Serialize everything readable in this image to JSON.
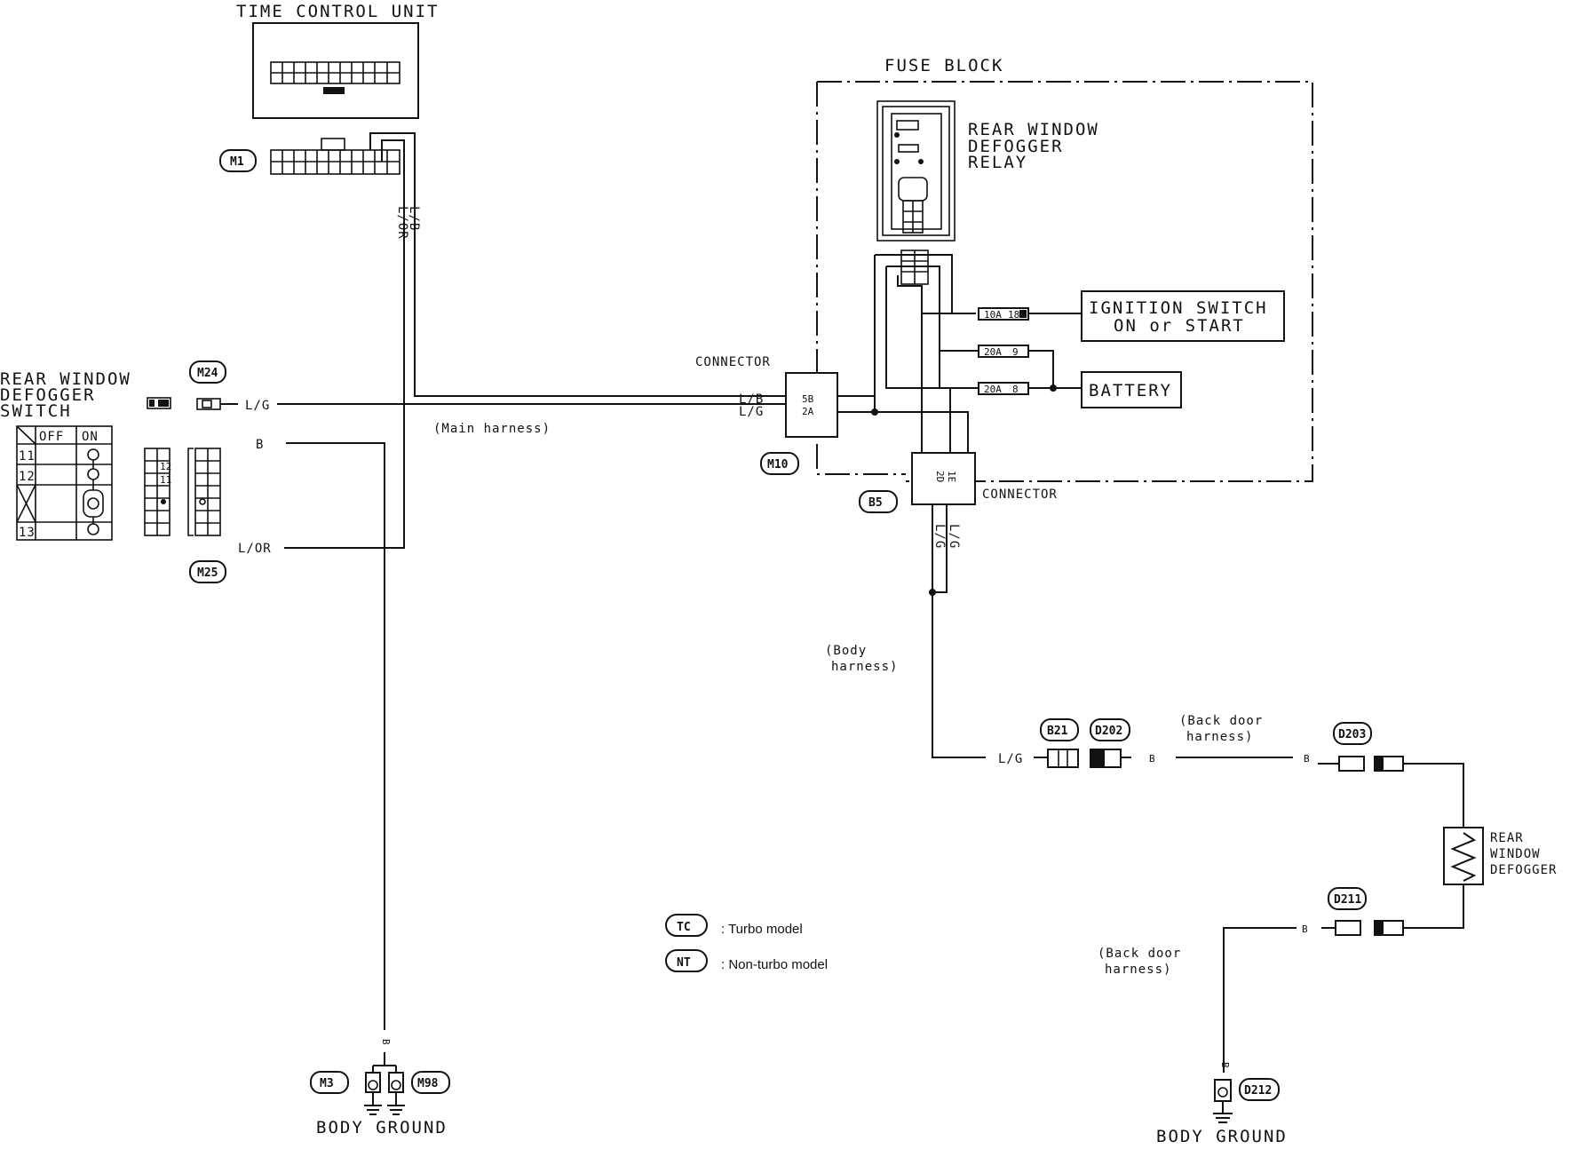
{
  "title_time_control_unit": "TIME CONTROL UNIT",
  "fuse_block": {
    "title": "FUSE BLOCK",
    "relay_label": [
      "REAR WINDOW",
      "DEFOGGER",
      "RELAY"
    ],
    "fuse_ign": "10A",
    "fuse_ign_no": "18",
    "fuse_bat1": "20A",
    "fuse_bat1_no": "9",
    "fuse_bat2": "20A",
    "fuse_bat2_no": "8"
  },
  "ignition_switch": [
    "IGNITION SWITCH",
    "ON or START"
  ],
  "battery": "BATTERY",
  "connector_m10": {
    "title": "CONNECTOR",
    "pin_top": "5B",
    "pin_bottom": "2A",
    "code": "M10",
    "wire_top": "L/B",
    "wire_bottom": "L/G"
  },
  "connector_b5": {
    "title": "CONNECTOR",
    "pins": [
      "2D",
      "1E"
    ],
    "code": "B5",
    "wires": [
      "L/G",
      "L/G"
    ]
  },
  "switch": {
    "title": [
      "REAR WINDOW",
      "DEFOGGER",
      "SWITCH"
    ],
    "header": [
      "OFF",
      "ON"
    ],
    "rows": [
      "11",
      "12",
      "",
      "13"
    ],
    "pin_labels": [
      "12",
      "11"
    ]
  },
  "connectors": {
    "m1": "M1",
    "m24": "M24",
    "m25": "M25",
    "m3": "M3",
    "m98": "M98",
    "b21": "B21",
    "d202": "D202",
    "d203": "D203",
    "d211": "D211",
    "d212": "D212"
  },
  "wire_labels": {
    "m1_lb": "L/B",
    "m1_lor": "L/OR",
    "m24_lg": "L/G",
    "m25_b": "B",
    "m25_lor": "L/OR",
    "ground_b": "B",
    "b21_lg": "L/G",
    "d202_b": "B",
    "d203_b": "B",
    "d211_b": "B",
    "d212_b": "B"
  },
  "harness": {
    "main": "(Main harness)",
    "body": [
      "(Body",
      "harness)"
    ],
    "back_door_1": [
      "(Back door",
      "harness)"
    ],
    "back_door_2": [
      "(Back door",
      "harness)"
    ]
  },
  "defogger": [
    "REAR",
    "WINDOW",
    "DEFOGGER"
  ],
  "body_ground_left": "BODY GROUND",
  "body_ground_right": "BODY GROUND",
  "legend": [
    {
      "code": "TC",
      "text": ": Turbo model"
    },
    {
      "code": "NT",
      "text": ": Non-turbo model"
    }
  ],
  "icons": {
    "ground": "ground-symbol-icon",
    "resistor": "resistor-zigzag-icon",
    "junction": "junction-dot-icon"
  }
}
